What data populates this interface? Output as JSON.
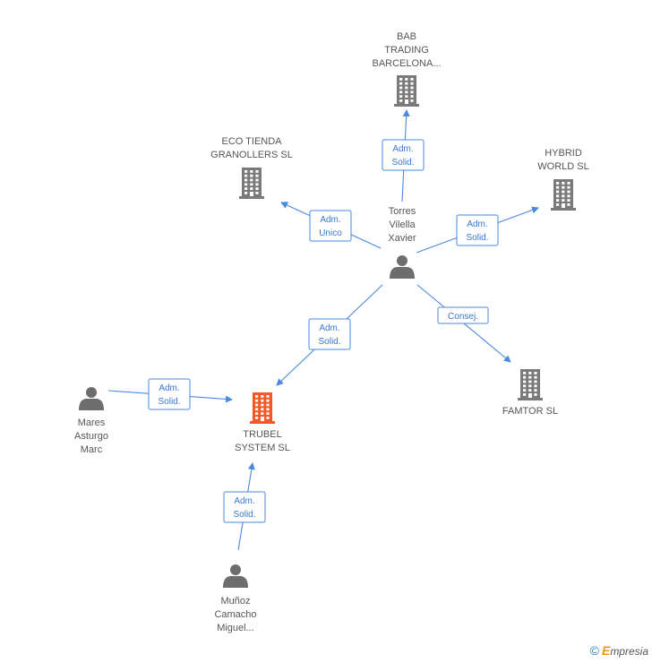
{
  "colors": {
    "edge": "#4a89dc",
    "company": "#7a7a7a",
    "company_focus": "#f05a28",
    "person": "#6d6d6d",
    "label": "#555555"
  },
  "nodes": [
    {
      "id": "bab",
      "type": "company",
      "icon": "building-icon",
      "lines": [
        "BAB",
        "TRADING",
        "BARCELONA..."
      ]
    },
    {
      "id": "eco",
      "type": "company",
      "icon": "building-icon",
      "lines": [
        "ECO TIENDA",
        "GRANOLLERS SL"
      ]
    },
    {
      "id": "hybrid",
      "type": "company",
      "icon": "building-icon",
      "lines": [
        "HYBRID",
        "WORLD SL"
      ]
    },
    {
      "id": "torres",
      "type": "person",
      "icon": "person-icon",
      "lines": [
        "Torres",
        "Vilella",
        "Xavier"
      ]
    },
    {
      "id": "famtor",
      "type": "company",
      "icon": "building-icon",
      "lines": [
        "FAMTOR SL"
      ]
    },
    {
      "id": "trubel",
      "type": "company-focus",
      "icon": "building-icon",
      "lines": [
        "TRUBEL",
        "SYSTEM SL"
      ]
    },
    {
      "id": "mares",
      "type": "person",
      "icon": "person-icon",
      "lines": [
        "Mares",
        "Asturgo",
        "Marc"
      ]
    },
    {
      "id": "munoz",
      "type": "person",
      "icon": "person-icon",
      "lines": [
        "Muñoz",
        "Camacho",
        "Miguel..."
      ]
    }
  ],
  "edges": [
    {
      "from": "torres",
      "to": "bab",
      "label": [
        "Adm.",
        "Solid."
      ]
    },
    {
      "from": "torres",
      "to": "eco",
      "label": [
        "Adm.",
        "Unico"
      ]
    },
    {
      "from": "torres",
      "to": "hybrid",
      "label": [
        "Adm.",
        "Solid."
      ]
    },
    {
      "from": "torres",
      "to": "famtor",
      "label": [
        "Consej."
      ]
    },
    {
      "from": "torres",
      "to": "trubel",
      "label": [
        "Adm.",
        "Solid."
      ]
    },
    {
      "from": "mares",
      "to": "trubel",
      "label": [
        "Adm.",
        "Solid."
      ]
    },
    {
      "from": "munoz",
      "to": "trubel",
      "label": [
        "Adm.",
        "Solid."
      ]
    }
  ],
  "footer": {
    "copyright": "©",
    "brand_first": "E",
    "brand_rest": "mpresia"
  }
}
